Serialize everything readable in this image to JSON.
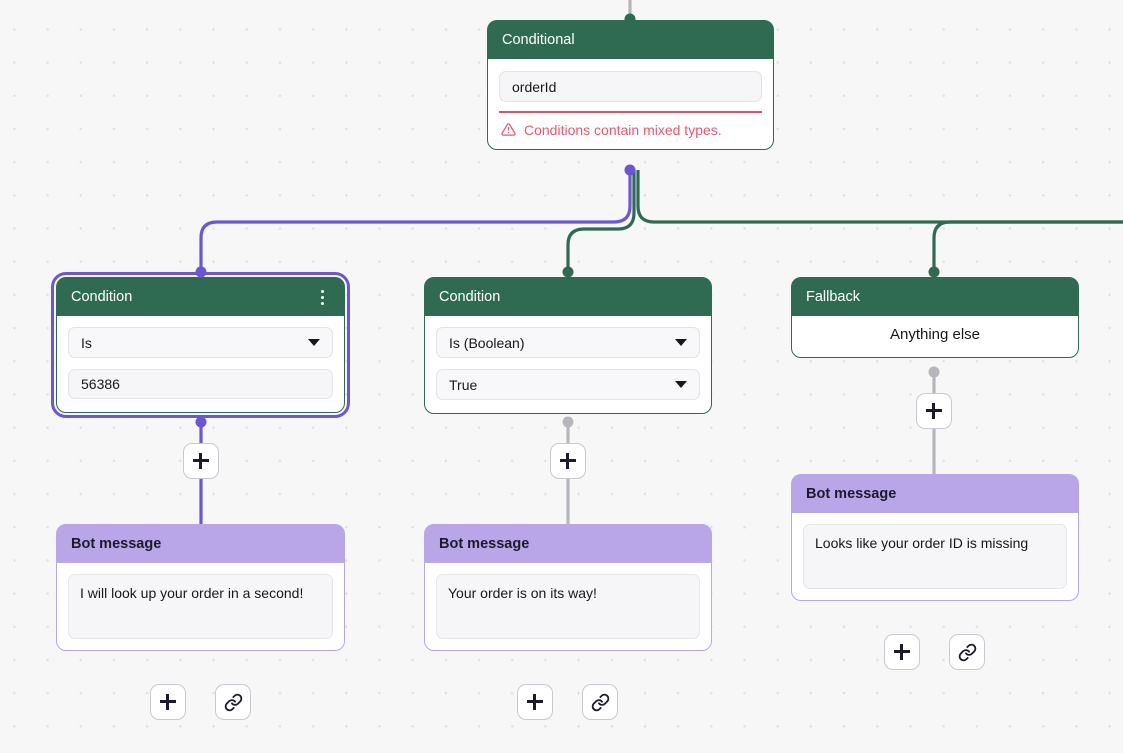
{
  "canvas": {
    "background": "#f7f7f8",
    "dot_color": "#e0e0e2",
    "colors": {
      "green": "#2f6b52",
      "purple_header": "#b9a6e8",
      "selection_purple": "#6c55d6",
      "error_red": "#f0566a",
      "edge_gray": "#b6b6bd"
    }
  },
  "nodes": {
    "conditional": {
      "title": "Conditional",
      "variable_value": "orderId",
      "error_text": "Conditions contain mixed types.",
      "error_icon": "warning-triangle-icon"
    },
    "condition_left": {
      "title": "Condition",
      "menu_icon": "more-vertical-icon",
      "operator": "Is",
      "value": "56386",
      "selected": true
    },
    "condition_middle": {
      "title": "Condition",
      "operator": "Is (Boolean)",
      "value": "True"
    },
    "fallback": {
      "title": "Fallback",
      "description": "Anything else"
    },
    "bot_message_left": {
      "title": "Bot message",
      "message": "I will look up your order in a second!"
    },
    "bot_message_middle": {
      "title": "Bot message",
      "message": "Your order is on its way!"
    },
    "bot_message_right": {
      "title": "Bot message",
      "message": "Looks like your order ID is missing"
    }
  },
  "buttons": {
    "add_label": "+",
    "add_icon": "plus-icon",
    "link_icon": "link-icon"
  }
}
